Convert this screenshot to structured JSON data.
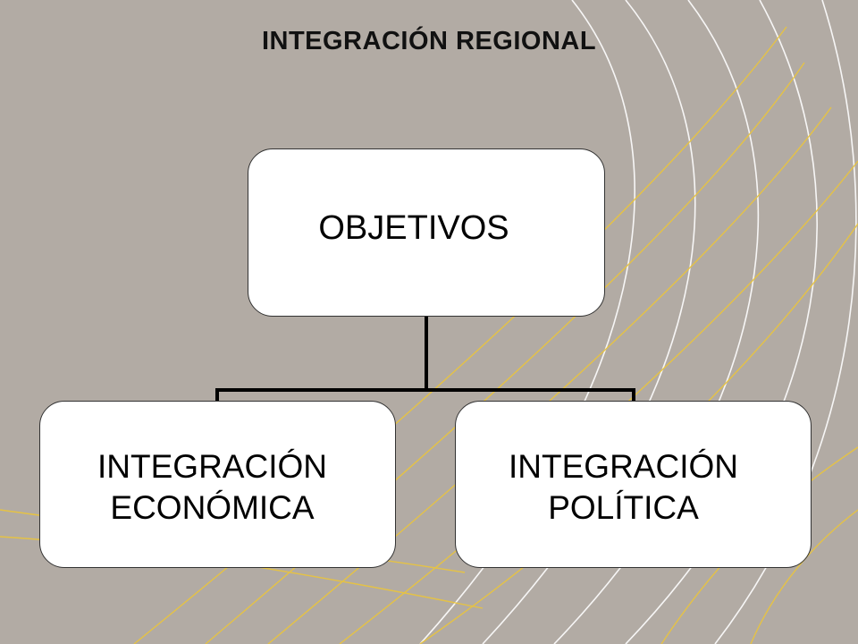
{
  "slide": {
    "title": "INTEGRACIÓN REGIONAL"
  },
  "diagram": {
    "root": {
      "label": "OBJETIVOS"
    },
    "children": [
      {
        "label": "INTEGRACIÓN\nECONÓMICA"
      },
      {
        "label": "INTEGRACIÓN\nPOLÍTICA"
      }
    ]
  },
  "colors": {
    "background": "#b2aba4",
    "swoosh_white": "#ffffff",
    "swoosh_yellow": "#e8c440",
    "node_fill": "#ffffff",
    "connector": "#000000"
  }
}
